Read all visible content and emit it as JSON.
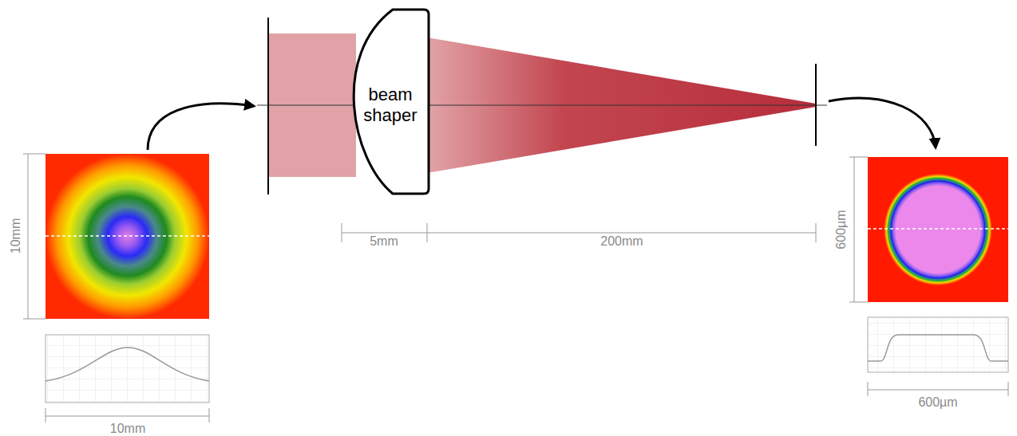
{
  "diagram": {
    "nodes": [
      {
        "text": [
          "beam shaper"
        ]
      }
    ],
    "labels": [
      "10mm",
      "10mm",
      "5mm",
      "200mm",
      "600µm",
      "600µm"
    ]
  }
}
